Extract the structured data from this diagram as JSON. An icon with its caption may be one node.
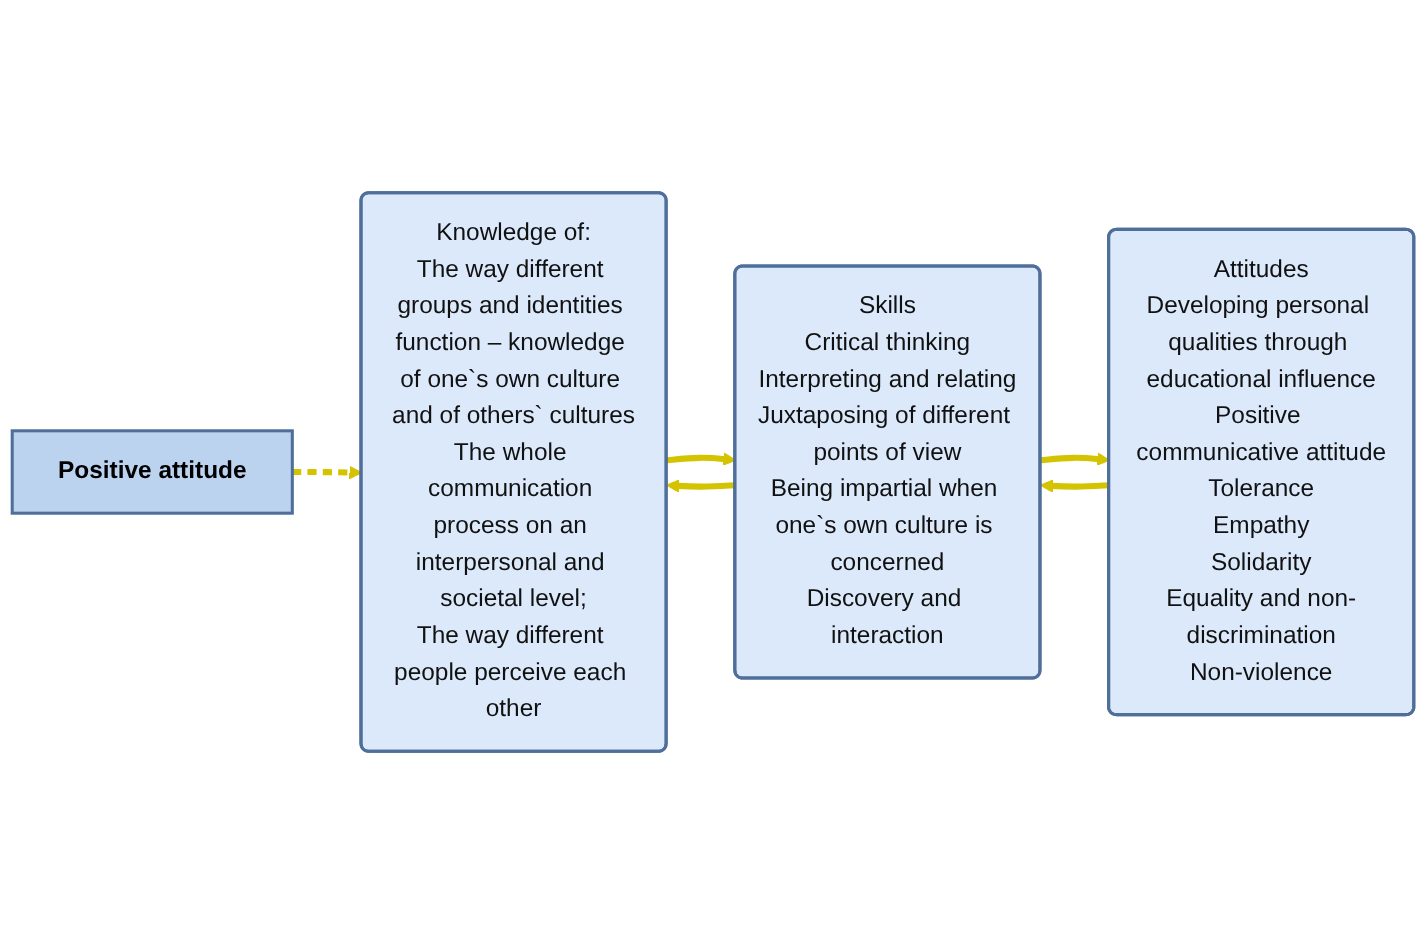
{
  "diagram": {
    "nodes": [
      {
        "text": [
          "Positive attitude"
        ]
      },
      {
        "text": [
          "Knowledge of:",
          "The way different groups and identities function – knowledge of one`s own culture and of others` cultures",
          "The whole communication process on an interpersonal and societal level;",
          "The way different people perceive each other"
        ]
      },
      {
        "text": [
          "Skills",
          "Critical thinking",
          "Interpreting and relating",
          "Juxtaposing of different points of view",
          "Being impartial when one`s own culture is concerned",
          "Discovery and interaction"
        ]
      },
      {
        "text": [
          "Attitudes",
          "Developing personal qualities through educational influence",
          "Positive communicative attitude",
          "Tolerance",
          "Empathy",
          "Solidarity",
          "Equality and non-discrimination",
          "Non-violence"
        ]
      }
    ],
    "edges": [
      {
        "from": 0,
        "to": 1,
        "arrow": "to",
        "style": "dashed"
      },
      {
        "from": 1,
        "to": 2,
        "arrow": "to"
      },
      {
        "from": 2,
        "to": 1,
        "arrow": "to"
      },
      {
        "from": 2,
        "to": 3,
        "arrow": "to"
      },
      {
        "from": 3,
        "to": 2,
        "arrow": "to"
      }
    ]
  }
}
